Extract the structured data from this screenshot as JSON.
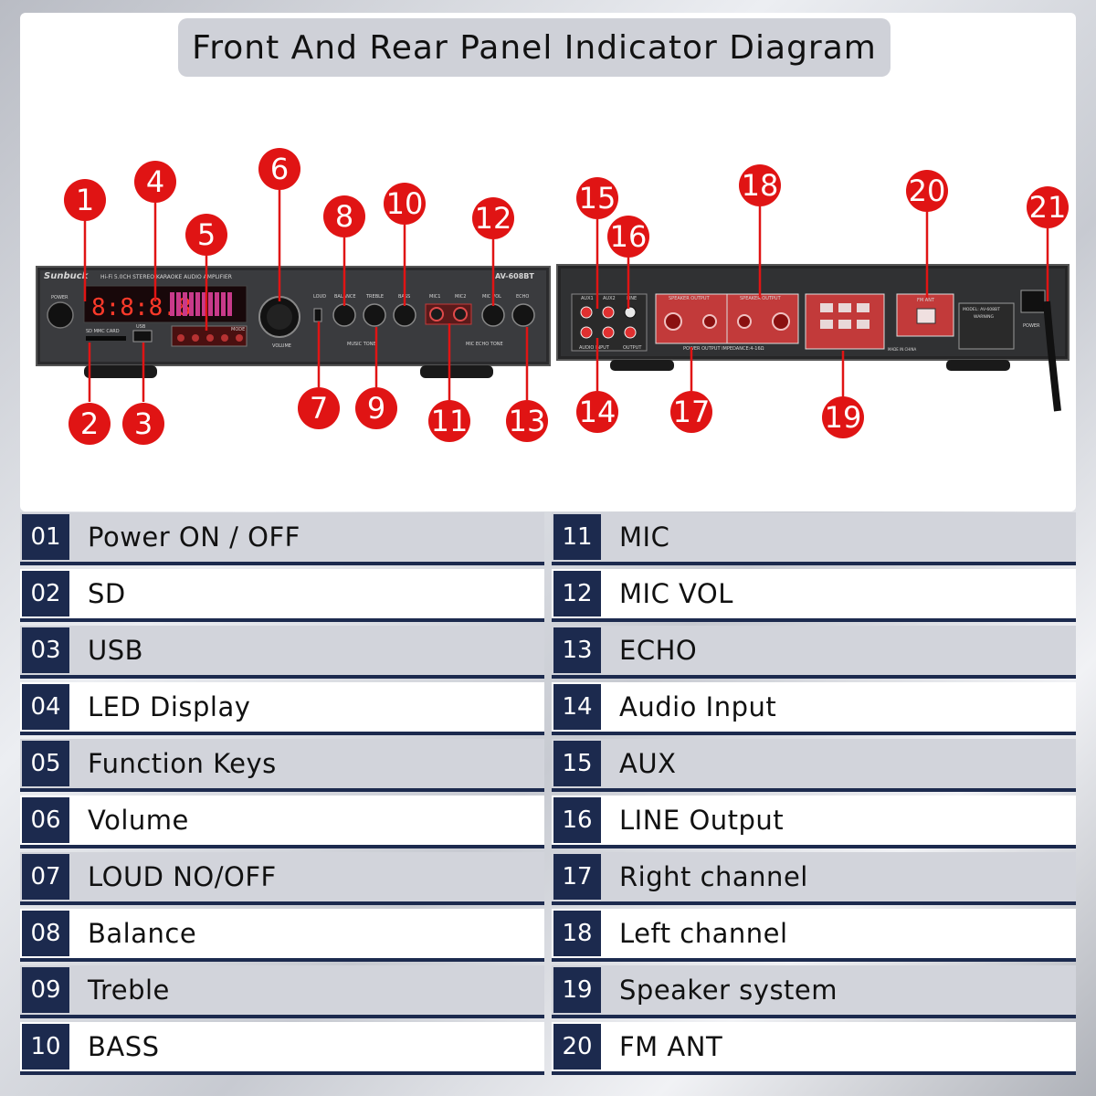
{
  "title": "Front And Rear Panel Indicator Diagram",
  "colors": {
    "marker": "#e01414",
    "legend_dark": "#1c2a4e",
    "legend_alt": "#d2d4db"
  },
  "front_panel": {
    "brand": "Sunbuck",
    "subtitle": "Hi-Fi 5.0CH STEREO KARAOKE AUDIO AMPLIFIER",
    "model": "AV-608BT",
    "display_digits": "8:8:8.8",
    "labels": {
      "power": "POWER",
      "volume": "VOLUME",
      "music_tone": "MUSIC TONE",
      "mic_echo_tone": "MIC ECHO TONE",
      "loud": "LOUD",
      "balance": "BALANCE",
      "treble": "TREBLE",
      "bass": "BASS",
      "mic1": "MIC1",
      "mic2": "MIC2",
      "mic_vol": "MIC VOL",
      "echo": "ECHO",
      "sd": "SD MMC CARD",
      "usb": "USB",
      "mode": "MODE"
    }
  },
  "rear_panel": {
    "labels": {
      "aux1": "AUX1",
      "aux2": "AUX2",
      "line": "LINE",
      "audio_input": "AUDIO INPUT",
      "output": "OUTPUT",
      "speaker_output": "SPEAKER OUTPUT",
      "power_output": "POWER OUTPUT IMPEDANCE:4-16Ω",
      "fm_ant": "FM ANT",
      "model": "MODEL: AV-608BT",
      "warning": "WARNING",
      "power": "POWER",
      "made_in": "MADE IN CHINA"
    }
  },
  "markers": [
    "1",
    "2",
    "3",
    "4",
    "5",
    "6",
    "7",
    "8",
    "9",
    "10",
    "11",
    "12",
    "13",
    "14",
    "15",
    "16",
    "17",
    "18",
    "19",
    "20",
    "21"
  ],
  "legend": [
    {
      "num": "01",
      "label": "Power ON / OFF"
    },
    {
      "num": "02",
      "label": "SD"
    },
    {
      "num": "03",
      "label": "USB"
    },
    {
      "num": "04",
      "label": "LED Display"
    },
    {
      "num": "05",
      "label": "Function Keys"
    },
    {
      "num": "06",
      "label": "Volume"
    },
    {
      "num": "07",
      "label": "LOUD NO/OFF"
    },
    {
      "num": "08",
      "label": "Balance"
    },
    {
      "num": "09",
      "label": "Treble"
    },
    {
      "num": "10",
      "label": "BASS"
    },
    {
      "num": "11",
      "label": "MIC"
    },
    {
      "num": "12",
      "label": "MIC VOL"
    },
    {
      "num": "13",
      "label": "ECHO"
    },
    {
      "num": "14",
      "label": "Audio Input"
    },
    {
      "num": "15",
      "label": "AUX"
    },
    {
      "num": "16",
      "label": "LINE Output"
    },
    {
      "num": "17",
      "label": "Right channel"
    },
    {
      "num": "18",
      "label": "Left channel"
    },
    {
      "num": "19",
      "label": "Speaker system"
    },
    {
      "num": "20",
      "label": "FM ANT"
    }
  ]
}
